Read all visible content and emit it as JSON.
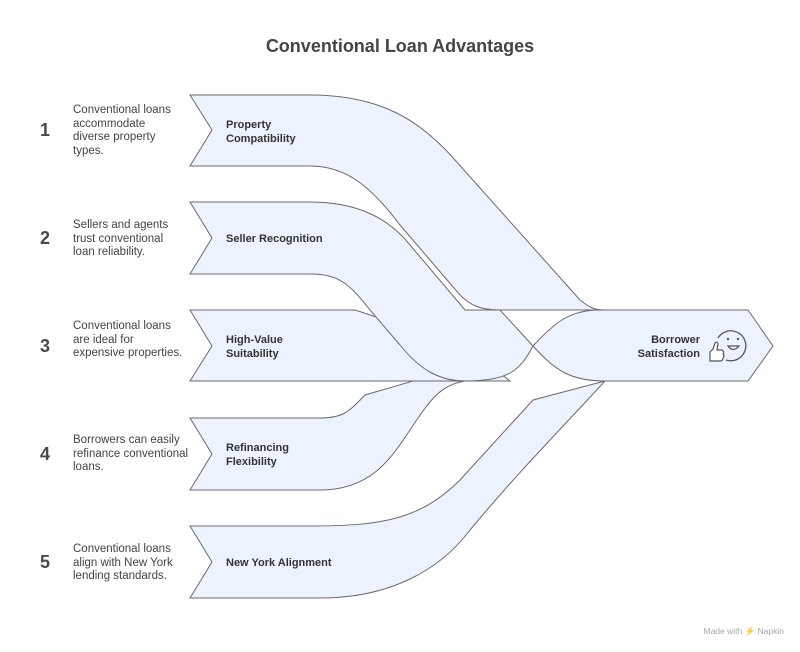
{
  "title": "Conventional Loan Advantages",
  "items": [
    {
      "number": "1",
      "description": "Conventional loans accommodate diverse property types.",
      "label": "Property Compatibility"
    },
    {
      "number": "2",
      "description": "Sellers and agents trust conventional loan reliability.",
      "label": "Seller Recognition"
    },
    {
      "number": "3",
      "description": "Conventional loans are ideal for expensive properties.",
      "label": "High-Value Suitability"
    },
    {
      "number": "4",
      "description": "Borrowers can easily refinance conventional loans.",
      "label": "Refinancing Flexibility"
    },
    {
      "number": "5",
      "description": "Conventional loans align with New York lending standards.",
      "label": "New York Alignment"
    }
  ],
  "outcome": {
    "label": "Borrower Satisfaction",
    "icon": "thumbs-up-smiley-icon"
  },
  "footer": "Made with ⚡ Napkin",
  "colors": {
    "band_fill": "#ecf2fe",
    "band_stroke": "#6b6b6b",
    "text": "#333333"
  }
}
